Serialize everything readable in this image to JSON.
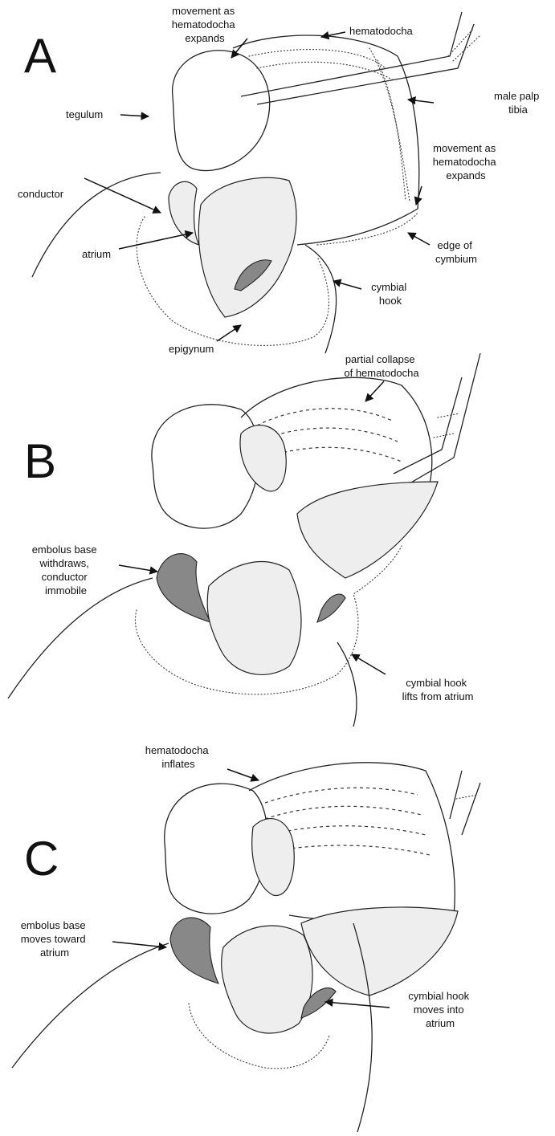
{
  "panels": [
    {
      "letter": "A",
      "labels": {
        "movement_top": [
          "movement as",
          "hematodocha",
          "expands"
        ],
        "hematodocha": "hematodocha",
        "male_palp_tibia": [
          "male palp",
          "tibia"
        ],
        "tegulum": "tegulum",
        "movement_right": [
          "movement as",
          "hematodocha",
          "expands"
        ],
        "conductor": "conductor",
        "atrium": "atrium",
        "edge_of_cymbium": [
          "edge of",
          "cymbium"
        ],
        "cymbial_hook": [
          "cymbial",
          "hook"
        ],
        "epigynum": "epigynum"
      }
    },
    {
      "letter": "B",
      "labels": {
        "partial_collapse": [
          "partial collapse",
          "of hematodocha"
        ],
        "embolus_withdraws": [
          "embolus base",
          "withdraws,",
          "conductor",
          "immobile"
        ],
        "cymbial_hook_lifts": [
          "cymbial hook",
          "lifts from atrium"
        ]
      }
    },
    {
      "letter": "C",
      "labels": {
        "hematodocha_inflates": [
          "hematodocha",
          "inflates"
        ],
        "embolus_moves": [
          "embolus base",
          "moves toward",
          "atrium"
        ],
        "cymbial_hook_moves": [
          "cymbial hook",
          "moves into",
          "atrium"
        ]
      }
    }
  ]
}
